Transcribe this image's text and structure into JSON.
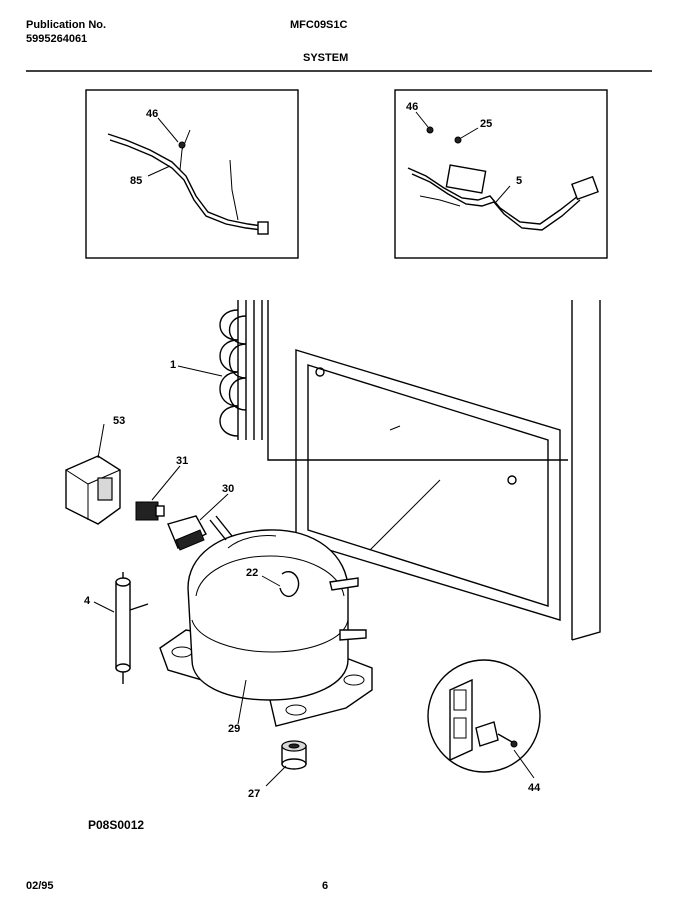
{
  "header": {
    "publication_label": "Publication No.",
    "publication_number": "5995264061",
    "model": "MFC09S1C",
    "section_title": "SYSTEM"
  },
  "callouts": {
    "c46a": "46",
    "c85": "85",
    "c46b": "46",
    "c25": "25",
    "c5": "5",
    "c1": "1",
    "c53": "53",
    "c31": "31",
    "c30": "30",
    "c22": "22",
    "c4": "4",
    "c29": "29",
    "c27": "27",
    "c44": "44"
  },
  "figure_code": "P08S0012",
  "footer": {
    "date": "02/95",
    "page": "6"
  }
}
